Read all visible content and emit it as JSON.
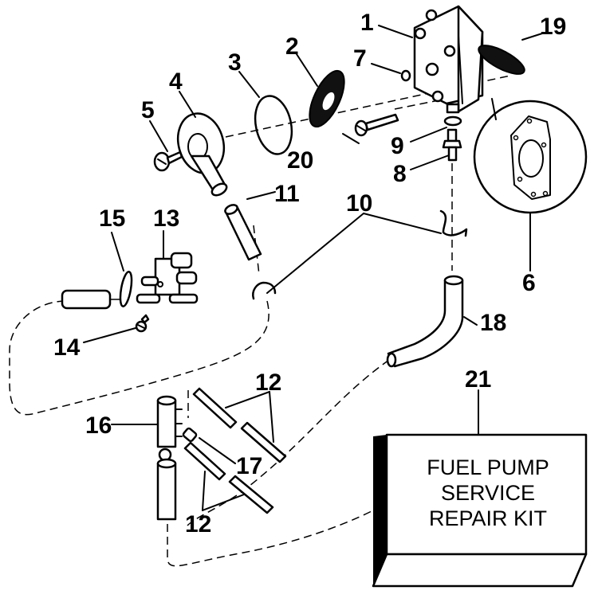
{
  "diagram": {
    "title": "Fuel Pump Exploded View",
    "callouts": [
      {
        "id": "1",
        "part": "fuel-pump-body"
      },
      {
        "id": "2",
        "part": "filter-screen"
      },
      {
        "id": "3",
        "part": "o-ring"
      },
      {
        "id": "4",
        "part": "pump-cover"
      },
      {
        "id": "5",
        "part": "cover-screw"
      },
      {
        "id": "6",
        "part": "gasket"
      },
      {
        "id": "7",
        "part": "small-o-ring"
      },
      {
        "id": "8",
        "part": "fitting"
      },
      {
        "id": "9",
        "part": "fitting-o-ring"
      },
      {
        "id": "10",
        "part": "hose-clamp"
      },
      {
        "id": "11",
        "part": "hose"
      },
      {
        "id": "12",
        "part": "hose-sections"
      },
      {
        "id": "13",
        "part": "primer-valve"
      },
      {
        "id": "14",
        "part": "valve-screw"
      },
      {
        "id": "15",
        "part": "valve-gasket"
      },
      {
        "id": "16",
        "part": "manifold"
      },
      {
        "id": "17",
        "part": "plug"
      },
      {
        "id": "18",
        "part": "fuel-hose"
      },
      {
        "id": "19",
        "part": "diaphragm"
      },
      {
        "id": "20",
        "part": "pump-screw"
      },
      {
        "id": "21",
        "part": "repair-kit"
      }
    ],
    "kit_label": {
      "line1": "FUEL PUMP",
      "line2": "SERVICE",
      "line3": "REPAIR KIT"
    }
  }
}
